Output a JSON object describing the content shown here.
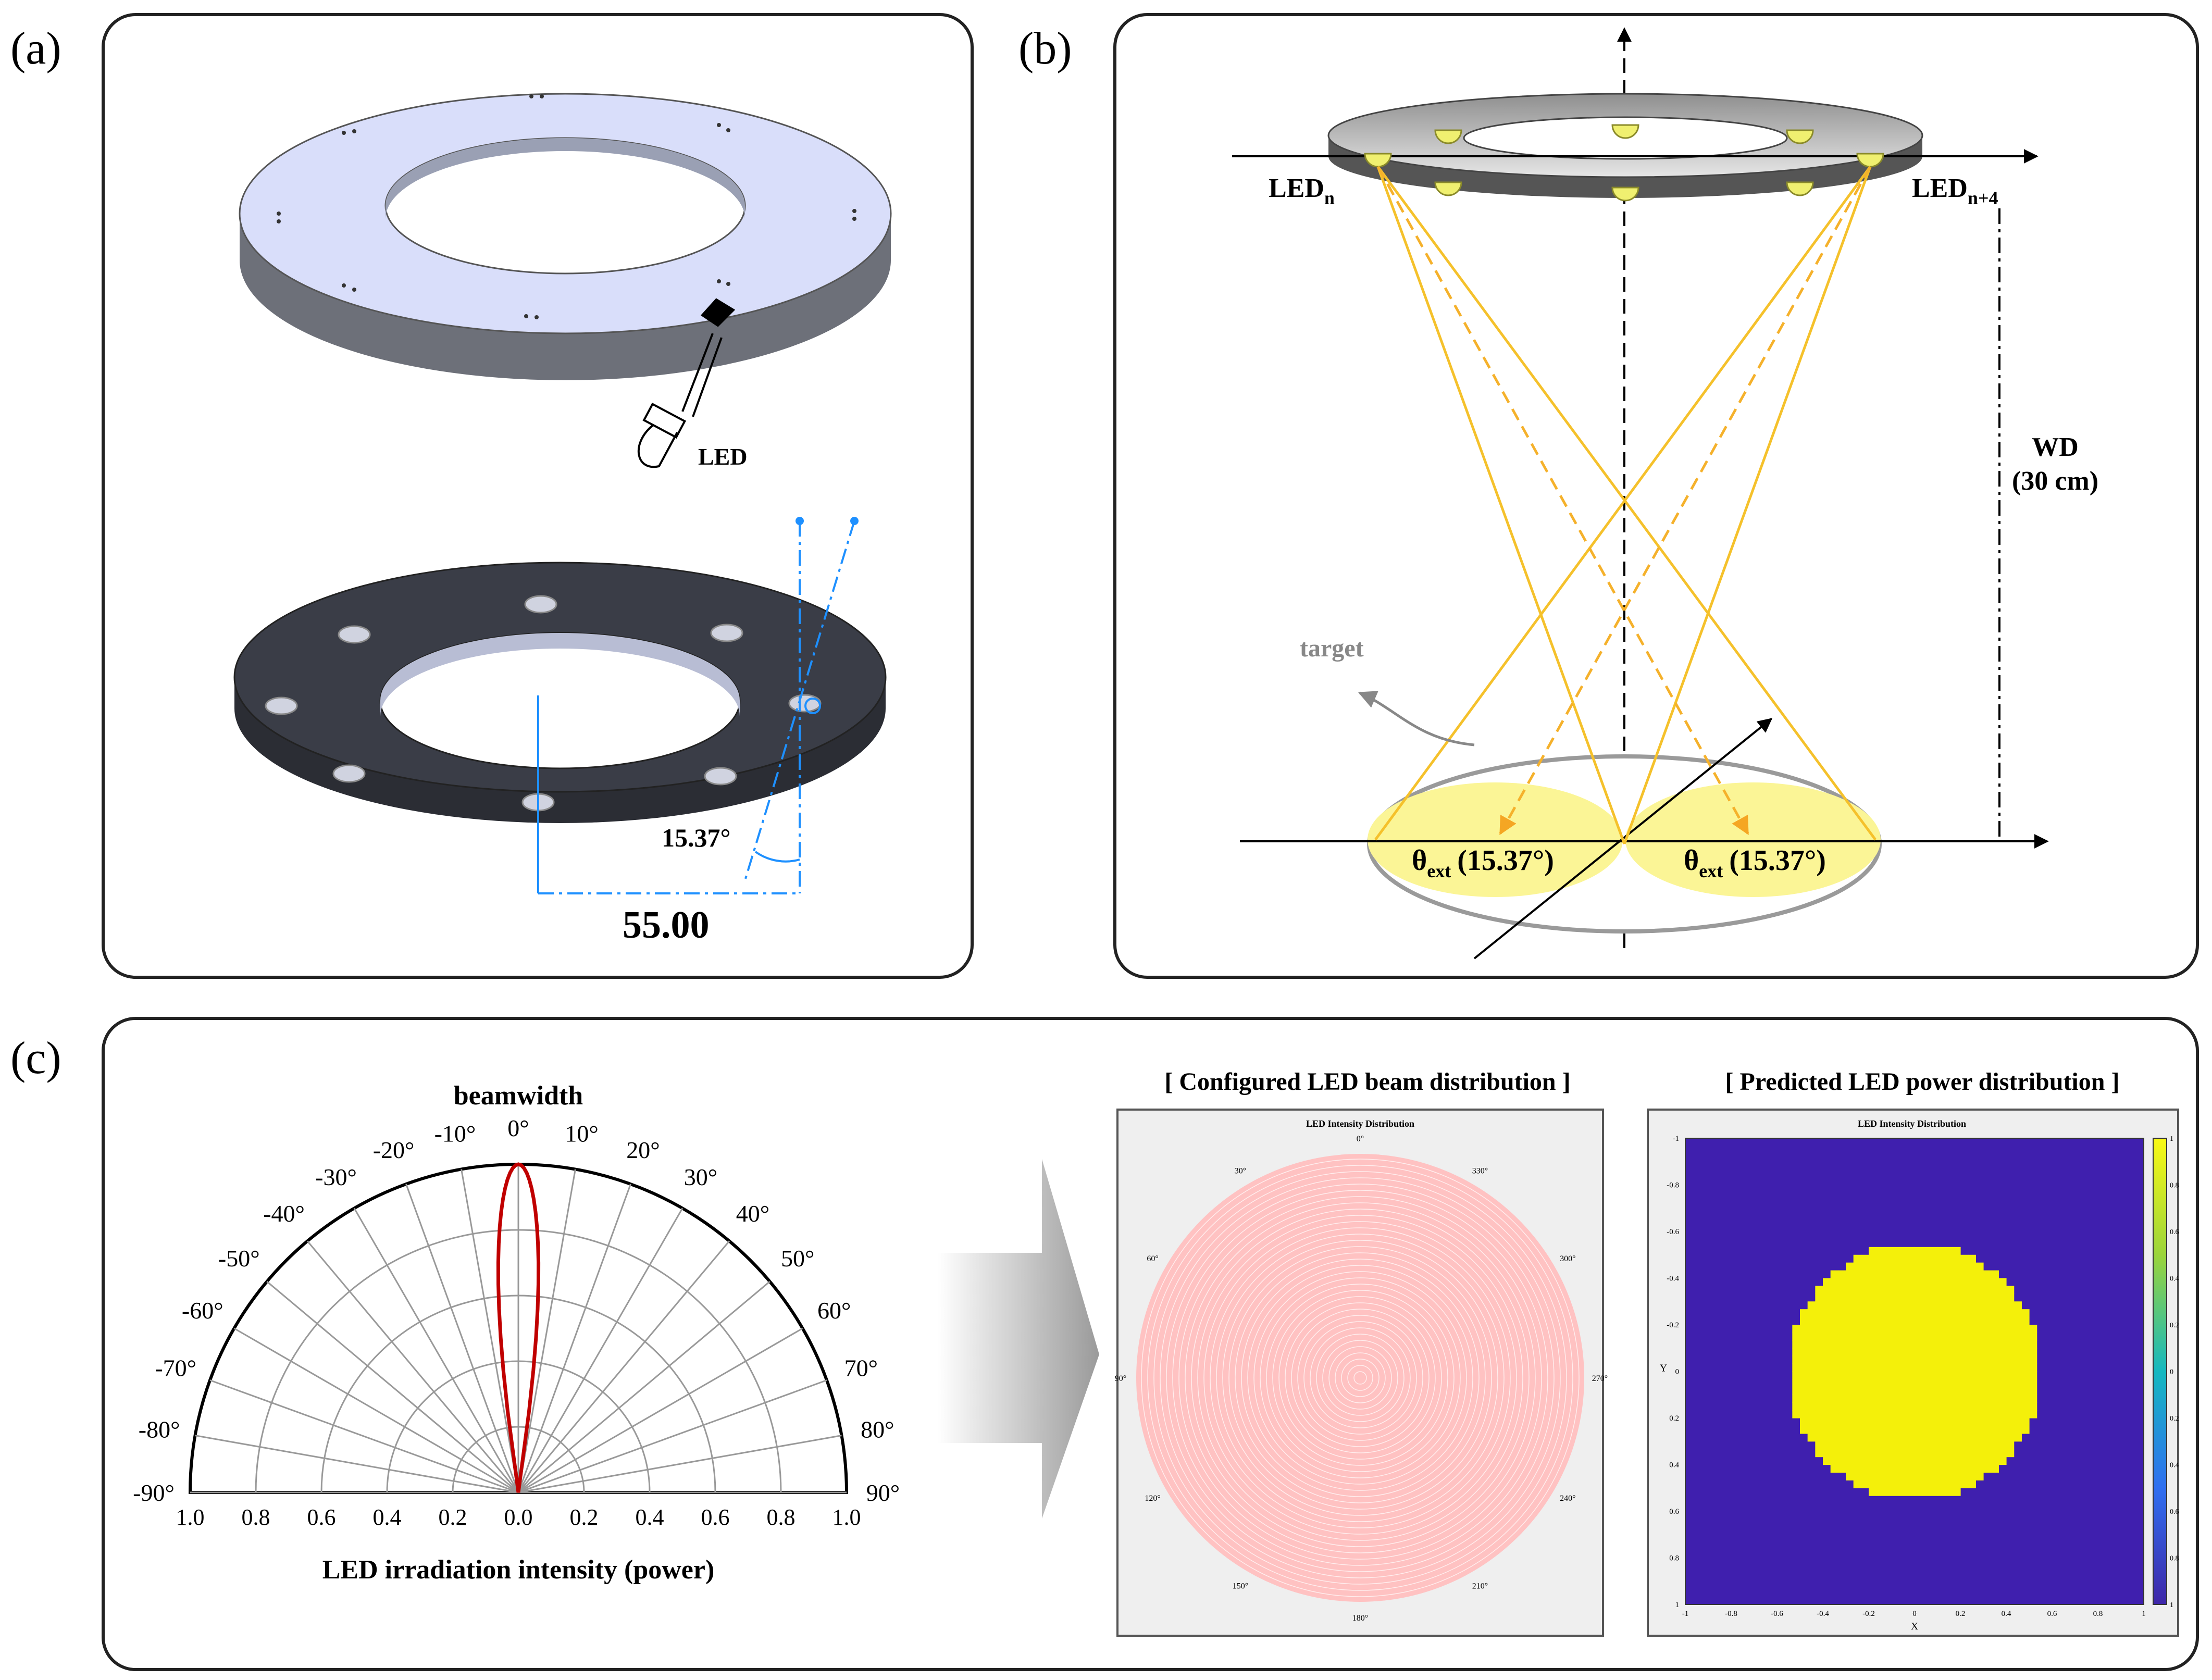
{
  "panel_a": {
    "label": "(a)",
    "led_label": "LED",
    "angle_label": "15.37°",
    "dimension_label": "55.00"
  },
  "panel_b": {
    "label": "(b)",
    "led_n_label": "LED",
    "led_n_sub": "n",
    "led_n1_label": "LED",
    "led_n1_sub": "n+4",
    "wd_label": "WD",
    "wd_value": "(30 cm)",
    "target_label": "target",
    "theta_symbol": "θ",
    "theta_sub": "ext",
    "theta_value": "(15.37°)"
  },
  "panel_c": {
    "label": "(c)",
    "polar_title": "beamwidth",
    "polar_xlabel": "LED irradiation intensity (power)",
    "angle_ticks": [
      "-90°",
      "-80°",
      "-70°",
      "-60°",
      "-50°",
      "-40°",
      "-30°",
      "-20°",
      "-10°",
      "0°",
      "10°",
      "20°",
      "30°",
      "40°",
      "50°",
      "60°",
      "70°",
      "80°",
      "90°"
    ],
    "radial_ticks": [
      "1.0",
      "0.8",
      "0.6",
      "0.4",
      "0.2",
      "0.0",
      "0.2",
      "0.4",
      "0.6",
      "0.8",
      "1.0"
    ],
    "beam_title": "[ Configured LED beam distribution ]",
    "beam_inner_title": "LED Intensity Distribution",
    "beam_angle_labels": [
      "0°",
      "30°",
      "330°",
      "60°",
      "300°",
      "90°",
      "270°",
      "120°",
      "240°",
      "150°",
      "210°",
      "180°"
    ],
    "power_title": "[ Predicted LED power distribution ]",
    "power_inner_title": "LED Intensity Distribution",
    "power_x_ticks": [
      "-1",
      "-0.8",
      "-0.6",
      "-0.4",
      "-0.2",
      "0",
      "0.2",
      "0.4",
      "0.6",
      "0.8",
      "1"
    ],
    "power_y_ticks": [
      "-1",
      "-0.8",
      "-0.6",
      "-0.4",
      "-0.2",
      "0",
      "0.2",
      "0.4",
      "0.6",
      "0.8",
      "1"
    ],
    "power_xlabel": "X",
    "power_ylabel": "Y",
    "colorbar_ticks": [
      "1",
      "0.8",
      "0.6",
      "0.4",
      "0.2",
      "0",
      "0.2",
      "0.4",
      "0.6",
      "0.8",
      "1"
    ]
  },
  "colors": {
    "ring_light": "#d9defa",
    "ring_dark": "#3a3d47",
    "beam_line": "#f5c12b",
    "beam_fill": "#fbf596",
    "polar_curve": "#c00000",
    "beam_disc": "#ffc2c2",
    "power_bg": "#3f1fae",
    "power_disc": "#f4f00a"
  }
}
